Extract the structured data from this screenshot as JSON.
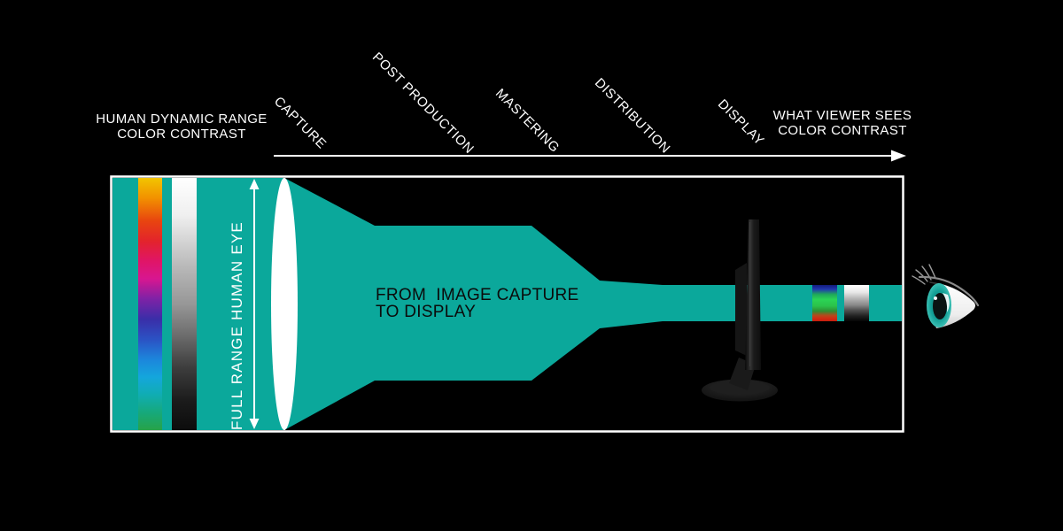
{
  "headers": {
    "left": {
      "line1": "HUMAN DYNAMIC RANGE",
      "line2": "COLOR CONTRAST"
    },
    "right": {
      "line1": "WHAT VIEWER SEES",
      "line2": "COLOR CONTRAST"
    }
  },
  "stages": [
    {
      "label": "CAPTURE"
    },
    {
      "label": "POST PRODUCTION"
    },
    {
      "label": "MASTERING"
    },
    {
      "label": "DISTRIBUTION"
    },
    {
      "label": "DISPLAY"
    }
  ],
  "funnel": {
    "full_range_label": "FULL RANGE HUMAN EYE",
    "caption_line1": "FROM  IMAGE CAPTURE",
    "caption_line2": "TO DISPLAY"
  },
  "colors": {
    "background": "#000000",
    "teal": "#0BA89B",
    "frame_border": "#FFFFFF",
    "header_text": "#FFFFFF",
    "caption_text": "#0B0B0B",
    "spectrum_strip_stops": [
      "#F2C500",
      "#F29100",
      "#E8450F",
      "#E3242B",
      "#E01567",
      "#D81690",
      "#7E22A6",
      "#3A2EA8",
      "#2B52C4",
      "#1C86DC",
      "#14A6DC",
      "#10ADB2",
      "#16A97B",
      "#27A348"
    ],
    "grayscale_strip_stops": [
      "#FFFFFF",
      "#EFEFEF",
      "#B9B9B9",
      "#979797",
      "#6E6E6E",
      "#3E3E3E",
      "#1C1C1C",
      "#0C0C0C"
    ],
    "display_spectrum_stops": [
      "#131B7C",
      "#2139AE",
      "#1FA95A",
      "#2BD455",
      "#2BC24A",
      "#2E8F33",
      "#B5491C",
      "#D02C12",
      "#C81E0E"
    ],
    "display_grayscale_stops": [
      "#FFFFFF",
      "#E8E8E8",
      "#AFAFAF",
      "#8A8A8A",
      "#4F4F4F",
      "#222222",
      "#050505"
    ]
  },
  "icons": {
    "monitor": "monitor-side-view-icon",
    "eye": "viewer-eye-icon",
    "lens": "capture-lens-icon",
    "pipeline_arrow": "right-arrow-icon",
    "range_arrow": "vertical-double-arrow-icon"
  }
}
